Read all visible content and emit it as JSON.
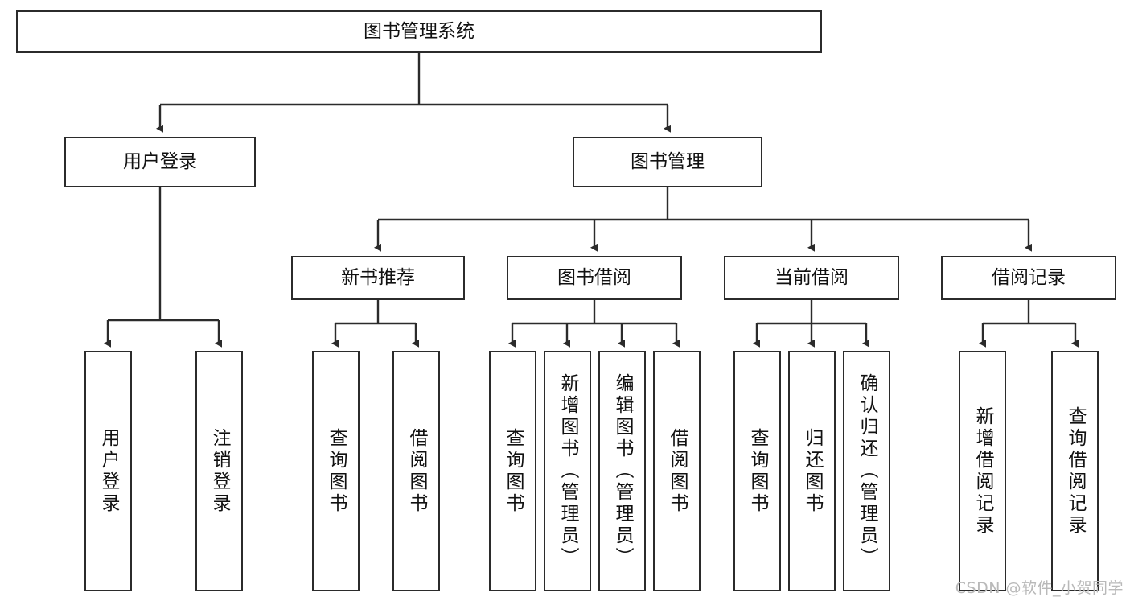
{
  "diagram": {
    "title": "图书管理系统",
    "root": {
      "label": "图书管理系统"
    },
    "level1": [
      {
        "label": "用户登录"
      },
      {
        "label": "图书管理"
      }
    ],
    "level2": [
      {
        "label": "新书推荐"
      },
      {
        "label": "图书借阅"
      },
      {
        "label": "当前借阅"
      },
      {
        "label": "借阅记录"
      }
    ],
    "leaves": {
      "user_login": [
        {
          "label": "用户登录"
        },
        {
          "label": "注销登录"
        }
      ],
      "new_book": [
        {
          "label": "查询图书"
        },
        {
          "label": "借阅图书"
        }
      ],
      "book_borrow": [
        {
          "label": "查询图书"
        },
        {
          "label": "新增图书（管理员）"
        },
        {
          "label": "编辑图书（管理员）"
        },
        {
          "label": "借阅图书"
        }
      ],
      "current_borrow": [
        {
          "label": "查询图书"
        },
        {
          "label": "归还图书"
        },
        {
          "label": "确认归还（管理员）"
        }
      ],
      "borrow_record": [
        {
          "label": "新增借阅记录"
        },
        {
          "label": "查询借阅记录"
        }
      ]
    }
  },
  "watermark": {
    "text": "CSDN @软件_小贺同学"
  },
  "colors": {
    "stroke": "#2b2b2b",
    "text": "#111111",
    "background": "#ffffff",
    "watermark": "#b9b9b9"
  }
}
